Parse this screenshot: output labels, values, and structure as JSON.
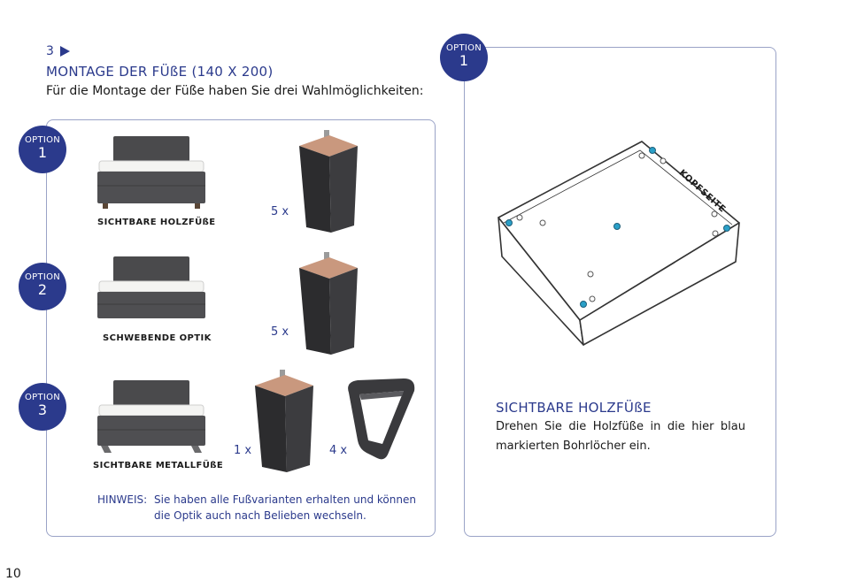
{
  "header": {
    "step_number": "3",
    "title": "MONTAGE DER FÜßE (140 X 200)",
    "intro": "Für die Montage der Füße haben Sie drei Wahlmöglichkeiten:"
  },
  "options": [
    {
      "label": "OPTION",
      "number": "1",
      "caption": "SICHTBARE HOLZFÜßE",
      "qty": "5 x"
    },
    {
      "label": "OPTION",
      "number": "2",
      "caption": "SCHWEBENDE OPTIK",
      "qty": "5 x"
    },
    {
      "label": "OPTION",
      "number": "3",
      "caption": "SICHTBARE METALLFÜßE",
      "qty_wood": "1 x",
      "qty_metal": "4 x"
    }
  ],
  "hint": {
    "label": "HINWEIS:",
    "line1": "Sie haben alle Fußvarianten erhalten und können",
    "line2": "die Optik auch nach Belieben wechseln."
  },
  "right_panel": {
    "badge_label": "OPTION",
    "badge_number": "1",
    "diagram_label": "KOPFSEITE",
    "title": "SICHTBARE HOLZFÜßE",
    "text": "Drehen Sie die Holzfüße in die hier blau markierten Bohrlöcher ein."
  },
  "colors": {
    "brand_blue": "#2b3a8c",
    "hole_blue": "#2aa0c8",
    "border": "#9aa3c7"
  },
  "page_number": "10"
}
